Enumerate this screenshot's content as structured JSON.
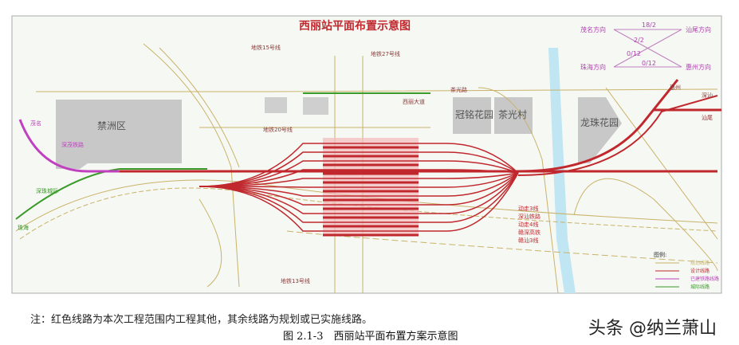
{
  "title": "西丽站平面布置示意图",
  "areas": {
    "restricted_zone": "禁洲区",
    "garden_a": "冠铭花园",
    "village": "茶光村",
    "garden_b": "龙珠花园"
  },
  "railway_labels": {
    "shenmao": "深茂铁路",
    "left_top": "茂名",
    "left_bottom": "珠海",
    "left_green": "深珠城际",
    "right_top": "惠州",
    "right_mid": "深汕",
    "right_bottom": "汕尾",
    "metro_15": "地铁15号线",
    "metro_27": "地铁27号线",
    "metro_20": "地铁20号线",
    "road_top": "茶光路",
    "road_a": "西丽大道",
    "metro_13": "地铁13号线"
  },
  "direction_box": {
    "nw": "茂名方向",
    "ne": "汕尾方向",
    "sw": "珠海方向",
    "se": "惠州方向",
    "top_count": "18/2",
    "diag1_count": "2/2",
    "diag2_count": "0/12",
    "bottom_count": "0/12"
  },
  "line_list": [
    "动走3线",
    "深汕铁路",
    "动走4线",
    "赣深高铁",
    "赣汕3线"
  ],
  "legend": {
    "title": "图例:",
    "items": [
      {
        "label": "规划线路",
        "color": "#c9b36a"
      },
      {
        "label": "设计线路",
        "color": "#c0282e"
      },
      {
        "label": "已建铁路线路",
        "color": "#c040c0"
      },
      {
        "label": "城际线路",
        "color": "#3a9a2a"
      }
    ]
  },
  "colors": {
    "project": "#d42a30",
    "shenmao": "#c040c0",
    "intercity": "#3a9a2a",
    "planned": "#c9b36a",
    "block": "#c8c8c8",
    "river": "#bfe6f2"
  },
  "note": "注：红色线路为本次工程范围内工程其他，其余线路为规划或已实施线路。",
  "caption": "图 2.1-3　西丽站平面布置方案示意图",
  "watermark": "头条 @纳兰萧山"
}
